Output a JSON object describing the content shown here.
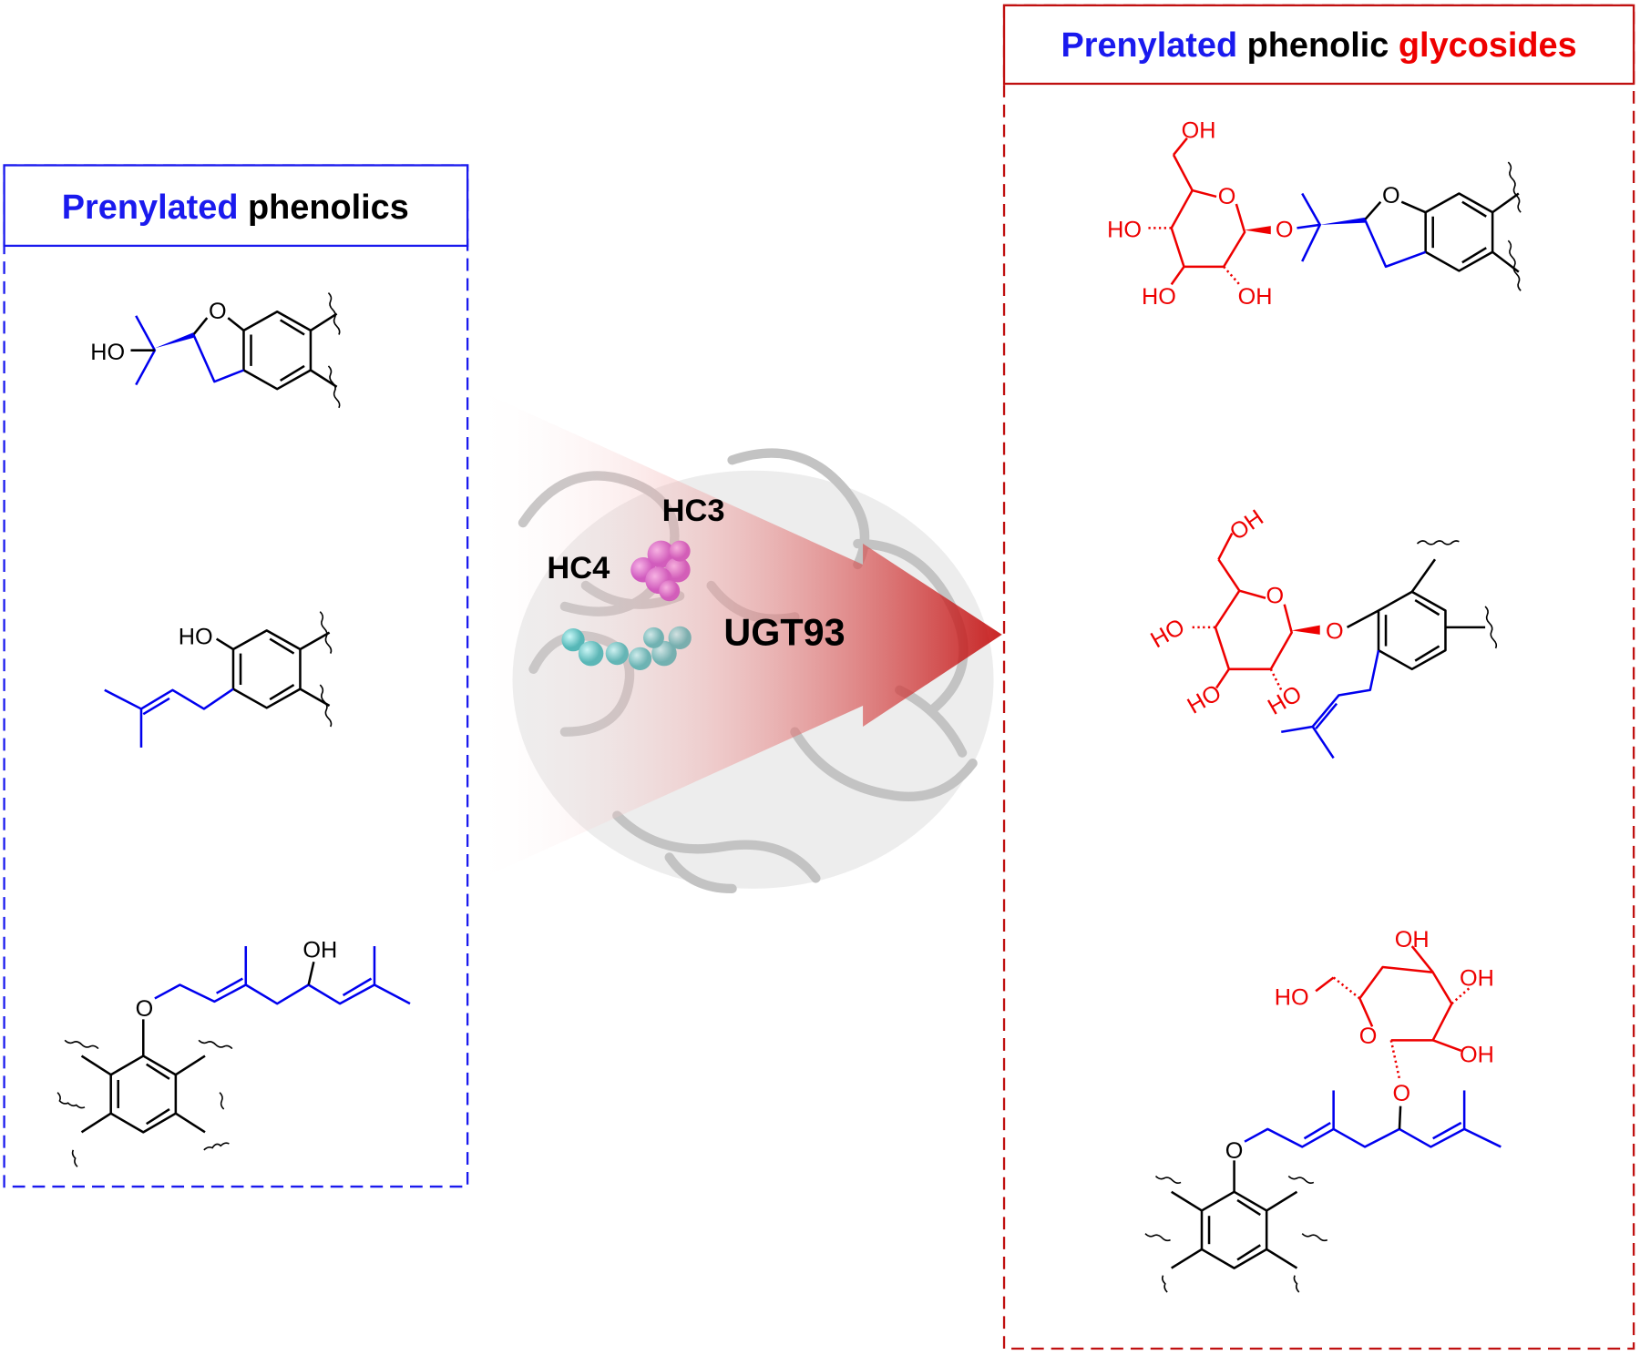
{
  "left_panel": {
    "title_part1": "Prenylated",
    "title_part2": "phenolics",
    "labels": {
      "s1_ho": "HO",
      "s1_o": "O",
      "s2_ho": "HO",
      "s3_o": "O",
      "s3_oh": "OH"
    }
  },
  "center": {
    "enzyme": "UGT93",
    "site1": "HC3",
    "site2": "HC4"
  },
  "right_panel": {
    "title_part1": "Prenylated",
    "title_part2": "phenolic",
    "title_part3": "glycosides",
    "labels": {
      "s1_oh_top": "OH",
      "s1_ho_left": "HO",
      "s1_ho_bottom": "HO",
      "s1_oh_bottom": "OH",
      "s1_ring_o": "O",
      "s1_link_o": "O",
      "s1_furan_o": "O",
      "s2_oh_top": "OH",
      "s2_ho_left": "HO",
      "s2_ho_bottom": "HO",
      "s2_ho_bottom2": "HO",
      "s2_ring_o": "O",
      "s2_link_o": "O",
      "s3_oh_top": "OH",
      "s3_oh_right": "OH",
      "s3_oh_right2": "OH",
      "s3_ho_left": "HO",
      "s3_ring_o": "O",
      "s3_link_o": "O",
      "s3_aryl_o": "O"
    }
  },
  "colors": {
    "prenyl": "#0000ee",
    "sugar": "#ee0000",
    "arrow": "#c00000",
    "hc3": "#d040d0",
    "hc4": "#40d0d0"
  }
}
